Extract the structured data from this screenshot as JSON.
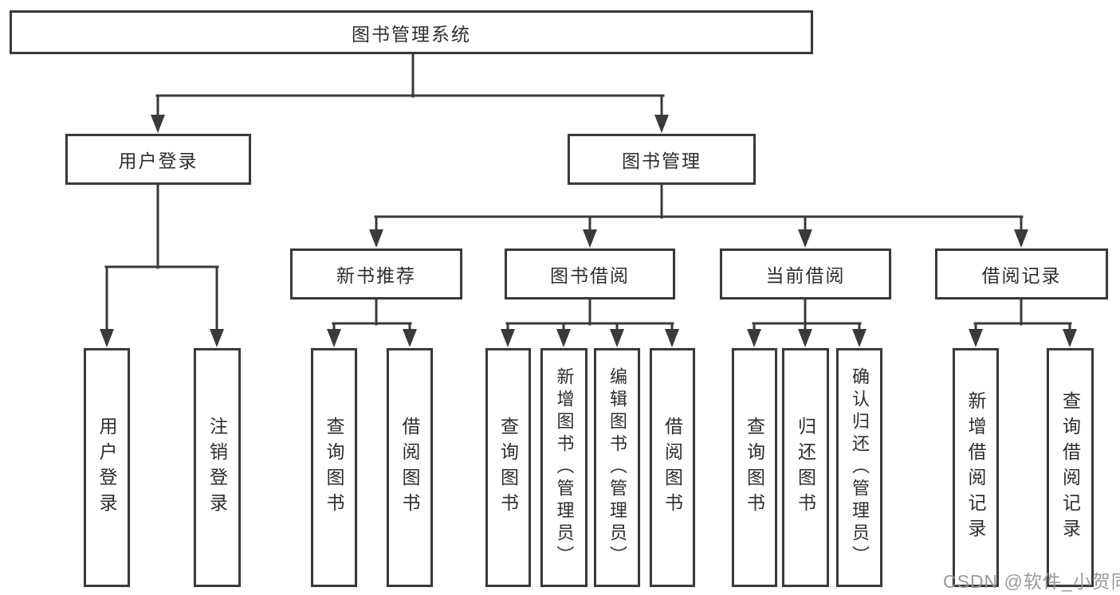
{
  "diagram": {
    "type": "hierarchy-tree",
    "root": {
      "label": "图书管理系统"
    },
    "branches": [
      {
        "label": "用户登录",
        "children": [
          {
            "label": "用户登录"
          },
          {
            "label": "注销登录"
          }
        ]
      },
      {
        "label": "图书管理",
        "children": [
          {
            "label": "新书推荐",
            "children": [
              {
                "label": "查询图书"
              },
              {
                "label": "借阅图书"
              }
            ]
          },
          {
            "label": "图书借阅",
            "children": [
              {
                "label": "查询图书"
              },
              {
                "label": "新增图书（管理员）"
              },
              {
                "label": "编辑图书（管理员）"
              },
              {
                "label": "借阅图书"
              }
            ]
          },
          {
            "label": "当前借阅",
            "children": [
              {
                "label": "查询图书"
              },
              {
                "label": "归还图书"
              },
              {
                "label": "确认归还（管理员）"
              }
            ]
          },
          {
            "label": "借阅记录",
            "children": [
              {
                "label": "新增借阅记录"
              },
              {
                "label": "查询借阅记录"
              }
            ]
          }
        ]
      }
    ]
  },
  "watermark": "CSDN @软件_小贺同学",
  "colors": {
    "line": "#3a3a3c",
    "text": "#2e2e30",
    "background": "#ffffff",
    "watermark": "#919398"
  }
}
